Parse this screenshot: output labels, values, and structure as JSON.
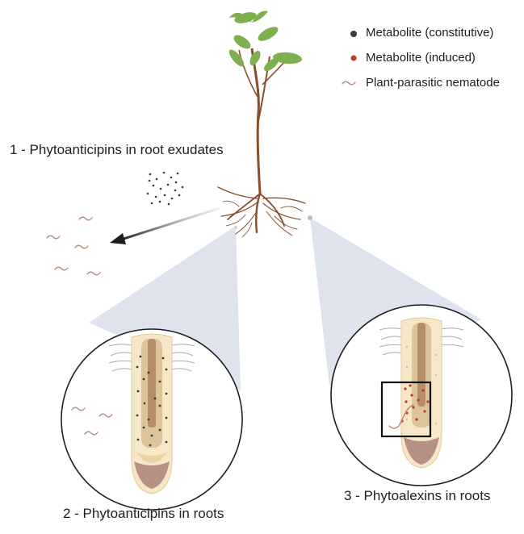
{
  "legend": [
    {
      "label": "Metabolite (constitutive)",
      "icon": "dark-dot-icon",
      "color": "#3c3c3c"
    },
    {
      "label": "Metabolite (induced)",
      "icon": "red-dot-icon",
      "color": "#c0392b"
    },
    {
      "label": "Plant-parasitic nematode",
      "icon": "nematode-icon",
      "color": "#b98b7d"
    }
  ],
  "captions": {
    "exudates": "1 - Phytoanticipins in root exudates",
    "roots": "2 - Phytoanticipins in roots",
    "phytoalexins": "3 - Phytoalexins in roots"
  },
  "colors": {
    "stem": "#8a4e2c",
    "leaf": "#7fb04f",
    "leaf_dark": "#5e8f3a",
    "cone": "#dfe3ee",
    "root_cortex": "#f6e7c6",
    "root_stele": "#dcc59c",
    "root_core": "#b88e6a",
    "root_cap": "#b79186",
    "highlight_box": "#111111"
  }
}
